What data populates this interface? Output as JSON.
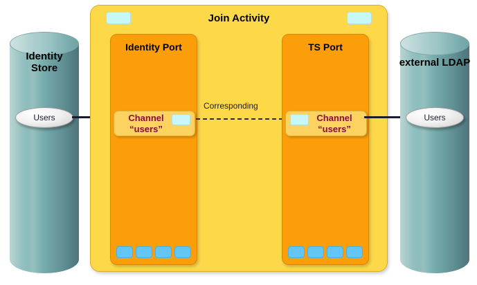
{
  "diagram": {
    "title": "Join Activity",
    "stores": [
      {
        "name": "identity-store",
        "label": "Identity\nStore",
        "pill_label": "Users"
      },
      {
        "name": "external-ldap",
        "label": "external LDAP",
        "pill_label": "Users"
      }
    ],
    "ports": [
      {
        "name": "identity-port",
        "title": "Identity Port",
        "channel": {
          "line1": "Channel",
          "line2": "“users”"
        },
        "slot_count": 4
      },
      {
        "name": "ts-port",
        "title": "TS Port",
        "channel": {
          "line1": "Channel",
          "line2": "“users”"
        },
        "slot_count": 4
      }
    ],
    "relation_label": "Corresponding",
    "colors": {
      "activity_fill": "#FDD949",
      "port_fill": "#FB9E09",
      "channel_fill": "#FCD261",
      "channel_text": "#8B0B3F",
      "tab_fill": "#C9F6F6",
      "slot_fill": "#63C6F5",
      "cylinder_light": "#CFE2E0",
      "cylinder_dark": "#4F757B",
      "connector": "#1B1B2F"
    }
  }
}
